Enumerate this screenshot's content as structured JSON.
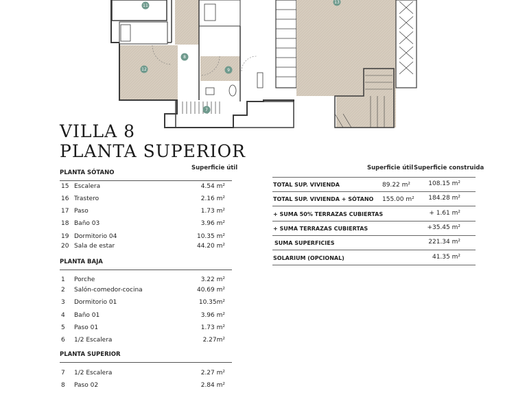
{
  "title": {
    "line1": "VILLA 8",
    "line2": "PLANTA SUPERIOR"
  },
  "plan_labels": [
    "11",
    "12",
    "8",
    "9",
    "7",
    "13"
  ],
  "left_table": {
    "header_useful": "Superficie útil",
    "sections": [
      {
        "name": "PLANTA SÓTANO",
        "rows": [
          {
            "num": "15",
            "name": "Escalera",
            "area": "4.54 m²"
          },
          {
            "num": "16",
            "name": "Trastero",
            "area": "2.16 m²"
          },
          {
            "num": "17",
            "name": "Paso",
            "area": "1.73 m²"
          },
          {
            "num": "18",
            "name": "Baño 03",
            "area": "3.96 m²"
          },
          {
            "num": "19",
            "name": "Dormitorio 04",
            "area": "10.35 m²"
          },
          {
            "num": "20",
            "name": "Sala de estar",
            "area": "44.20 m²"
          }
        ]
      },
      {
        "name": "PLANTA BAJA",
        "rows": [
          {
            "num": "1",
            "name": "Porche",
            "area": "3.22 m²"
          },
          {
            "num": "2",
            "name": "Salón-comedor-cocina",
            "area": "40.69 m²"
          },
          {
            "num": "3",
            "name": "Dormitorio 01",
            "area": "10.35m²"
          },
          {
            "num": "4",
            "name": "Baño 01",
            "area": "3.96 m²"
          },
          {
            "num": "5",
            "name": "Paso 01",
            "area": "1.73 m²"
          },
          {
            "num": "6",
            "name": "1/2 Escalera",
            "area": "2.27m²"
          }
        ]
      },
      {
        "name": "PLANTA SUPERIOR",
        "rows": [
          {
            "num": "7",
            "name": "1/2 Escalera",
            "area": "2.27 m²"
          },
          {
            "num": "8",
            "name": "Paso 02",
            "area": "2.84 m²"
          }
        ]
      }
    ]
  },
  "right_table": {
    "header_useful": "Superficie útil",
    "header_built": "Superficie construida",
    "rows": [
      {
        "label": "TOTAL SUP. VIVIENDA",
        "useful": "89.22 m²",
        "built": "108.15 m²"
      },
      {
        "label": "TOTAL SUP. VIVIENDA + SÓTANO",
        "useful": "155.00  m²",
        "built": "184.28 m²"
      },
      {
        "label": "+ SUMA 50% TERRAZAS CUBIERTAS",
        "useful": "",
        "built": "+ 1.61 m²"
      },
      {
        "label": "+ SUMA TERRAZAS CUBIERTAS",
        "useful": "",
        "built": "+35.45 m²"
      },
      {
        "label": "SUMA SUPERFICIES",
        "useful": "",
        "built": "221.34 m²"
      },
      {
        "label": "SOLARIUM (OPCIONAL)",
        "useful": "",
        "built": "41.35 m²"
      }
    ]
  },
  "colors": {
    "label_circle": "#6f9a8d",
    "room_fill": "#d9cfc2",
    "wall": "#3a3a3a"
  }
}
